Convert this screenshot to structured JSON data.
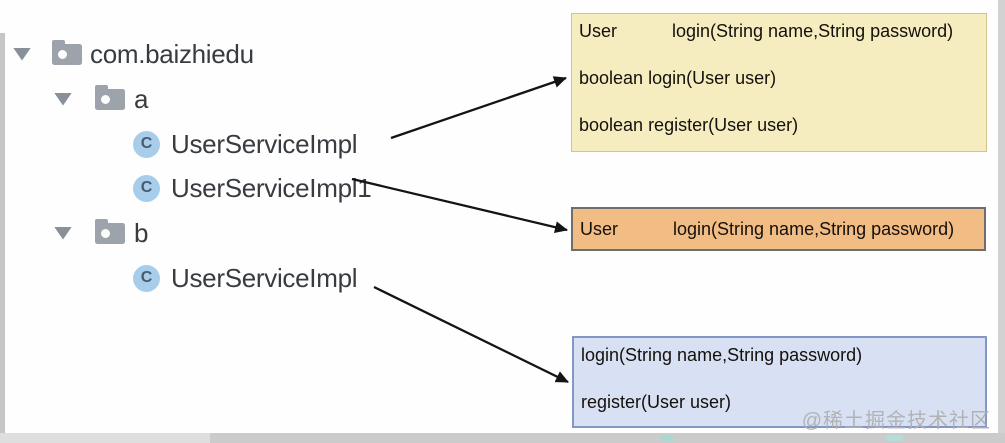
{
  "tree": {
    "class_icon_letter": "C",
    "items": [
      {
        "label": "com.baizhiedu",
        "type": "package",
        "expanded": true
      },
      {
        "label": "a",
        "type": "package",
        "expanded": true
      },
      {
        "label": "UserServiceImpl",
        "type": "class"
      },
      {
        "label": "UserServiceImpl1",
        "type": "class"
      },
      {
        "label": "b",
        "type": "package",
        "expanded": true
      },
      {
        "label": "UserServiceImpl",
        "type": "class"
      }
    ]
  },
  "boxes": {
    "yellow": {
      "bg_color": "#f5ecc0",
      "lines": [
        {
          "return_type": "User",
          "signature": "login(String name,String password)"
        },
        {
          "signature": "boolean login(User user)"
        },
        {
          "signature": "boolean register(User user)"
        }
      ]
    },
    "orange": {
      "bg_color": "#f1bd84",
      "lines": [
        {
          "return_type": "User",
          "signature": "login(String name,String password)"
        }
      ]
    },
    "blue": {
      "bg_color": "#d7e1f3",
      "lines": [
        {
          "signature": "login(String name,String password)"
        },
        {
          "signature": "register(User user)"
        }
      ]
    }
  },
  "colors": {
    "arrow": "#141414",
    "yellow_border": "#d2c58c",
    "orange_border": "#6e6e6e",
    "blue_border": "#8496c4"
  },
  "watermark": "@稀土掘金技术社区"
}
